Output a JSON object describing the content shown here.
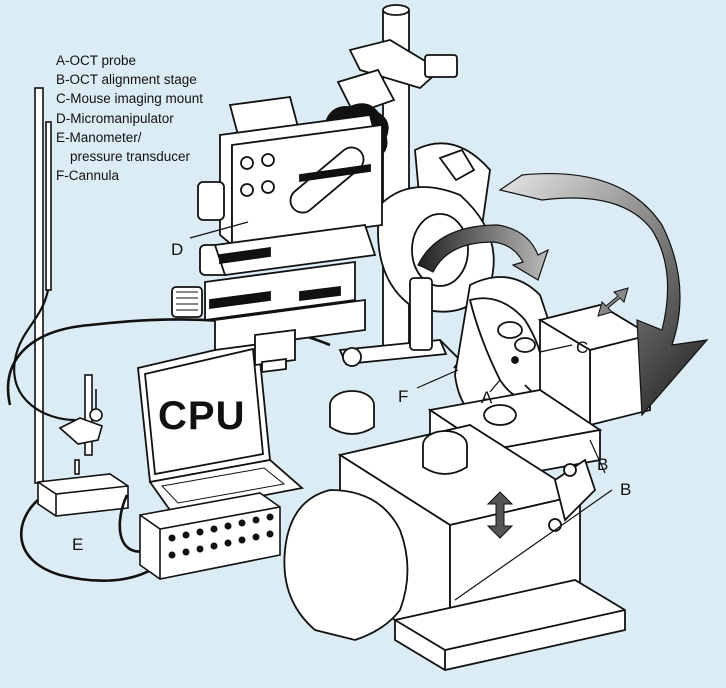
{
  "legend": {
    "a": "A-OCT probe",
    "b": "B-OCT alignment stage",
    "c": "C-Mouse imaging mount",
    "d": "D-Micromanipulator",
    "e1": "E-Manometer/",
    "e2": "pressure transducer",
    "f": "F-Cannula"
  },
  "callouts": {
    "a": "A",
    "b1": "B",
    "b2": "B",
    "c": "C",
    "d": "D",
    "e": "E",
    "f": "F"
  },
  "screen": {
    "text": "CPU"
  },
  "colors": {
    "background": "#dcecf4",
    "line": "#111111",
    "fill": "#ffffff"
  }
}
